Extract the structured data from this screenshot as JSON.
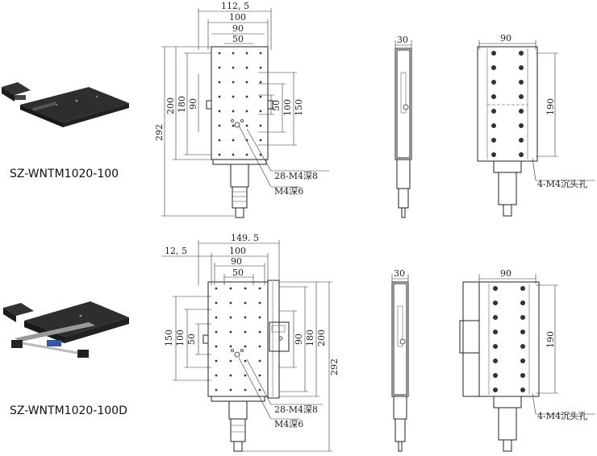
{
  "products": [
    {
      "model": "SZ-WNTM1020-100",
      "front": {
        "dims_top": [
          "112, 5",
          "100",
          "90",
          "50"
        ],
        "dims_left": [
          "292",
          "200",
          "180",
          "90"
        ],
        "dims_right": [
          "50",
          "100",
          "150"
        ],
        "callout_holes": "28-M4深8",
        "callout_center": "M4深6"
      },
      "side": {
        "width": "30"
      },
      "bottom": {
        "width": "90",
        "height": "190",
        "callout": "4-M4沉头孔"
      }
    },
    {
      "model": "SZ-WNTM1020-100D",
      "front": {
        "dims_top": [
          "149. 5",
          "12, 5",
          "100",
          "90",
          "50"
        ],
        "dims_left": [
          "150",
          "100",
          "50"
        ],
        "dims_right": [
          "90",
          "180",
          "200",
          "292"
        ],
        "callout_holes": "28-M4深8",
        "callout_center": "M4深6"
      },
      "side": {
        "width": "30"
      },
      "bottom": {
        "width": "90",
        "height": "190",
        "callout": "4-M4沉头孔"
      }
    }
  ],
  "colors": {
    "line": "#222222",
    "body_dark": "#2a2a2a",
    "body_mid": "#555555"
  }
}
